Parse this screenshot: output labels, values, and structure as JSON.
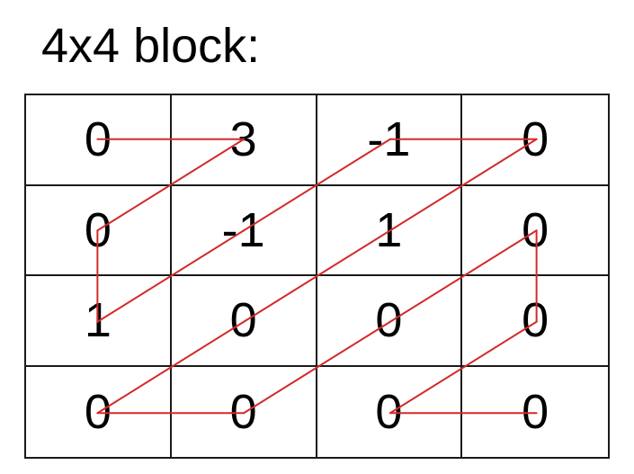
{
  "title": "4x4 block:",
  "grid": {
    "rows": [
      [
        "0",
        "3",
        "-1",
        "0"
      ],
      [
        "0",
        "-1",
        "1",
        "0"
      ],
      [
        "1",
        "0",
        "0",
        "0"
      ],
      [
        "0",
        "0",
        "0",
        "0"
      ]
    ]
  },
  "path": {
    "color": "#d42a2a",
    "order": [
      [
        0,
        0
      ],
      [
        0,
        1
      ],
      [
        1,
        0
      ],
      [
        2,
        0
      ],
      [
        1,
        1
      ],
      [
        0,
        2
      ],
      [
        0,
        3
      ],
      [
        1,
        2
      ],
      [
        2,
        1
      ],
      [
        3,
        0
      ],
      [
        3,
        1
      ],
      [
        2,
        2
      ],
      [
        1,
        3
      ],
      [
        2,
        3
      ],
      [
        3,
        2
      ],
      [
        3,
        3
      ]
    ]
  }
}
